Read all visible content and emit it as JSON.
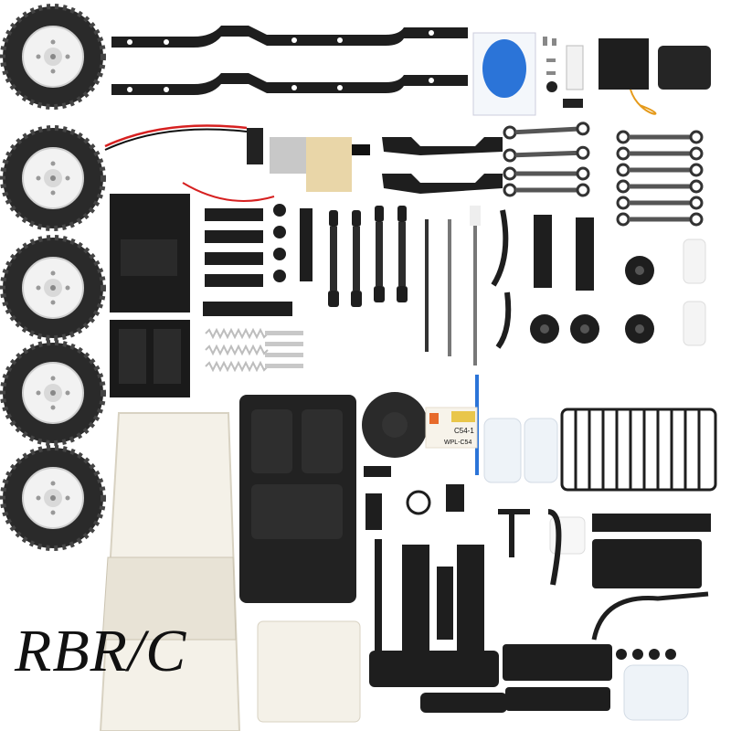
{
  "watermark": {
    "text": "RBR/C"
  },
  "decals": {
    "plate_a": "C54-1",
    "plate_b": "WPL-C54"
  },
  "colors": {
    "background": "#ffffff",
    "plastic_black": "#1e1e1e",
    "tire": "#2a2a2a",
    "rim": "#f2f2f2",
    "body_shell": "#f4f1e8",
    "spring": "#bdbdbd",
    "wire_red": "#d62020",
    "gear_tan": "#e9d6a8",
    "clear_parts": "#eef3f8",
    "blue_packet": "#2b74d8"
  },
  "icons": [
    "wheel-icon",
    "chassis-rail-icon",
    "servo-icon",
    "motor-gearbox-icon",
    "battery-box-icon",
    "shock-absorber-icon",
    "drive-shaft-icon",
    "roof-rack-icon",
    "bumper-icon",
    "body-shell-icon",
    "interior-tub-icon",
    "spare-tire-icon"
  ]
}
